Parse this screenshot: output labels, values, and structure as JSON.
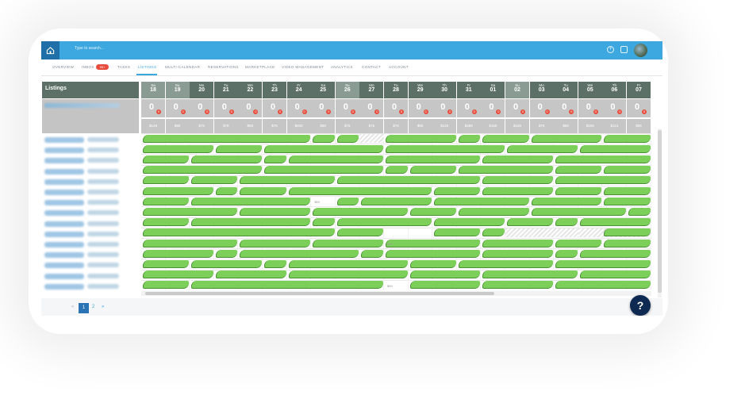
{
  "topbar": {
    "search_placeholder": "Type to search...",
    "accent": "#3da8e0"
  },
  "nav": {
    "items": [
      {
        "label": "OVERVIEW"
      },
      {
        "label": "INBOX"
      },
      {
        "label": "TASKS"
      },
      {
        "label": "LISTINGS"
      },
      {
        "label": "MULTI-CALENDAR"
      },
      {
        "label": "RESERVATIONS"
      },
      {
        "label": "MARKETPLACE"
      },
      {
        "label": "VIDEO MANAGEMENT"
      },
      {
        "label": "ANALYTICS"
      },
      {
        "label": "CONTACT"
      },
      {
        "label": "ACCOUNT"
      }
    ],
    "inbox_badge": "99+",
    "active": "LISTINGS"
  },
  "listings_header": "Listings",
  "days": [
    {
      "dn": "Sa",
      "dd": "18",
      "wk": true
    },
    {
      "dn": "Su",
      "dd": "19",
      "wk": true
    },
    {
      "dn": "Mo",
      "dd": "20",
      "wk": false
    },
    {
      "dn": "Tu",
      "dd": "21",
      "wk": false
    },
    {
      "dn": "We",
      "dd": "22",
      "wk": false
    },
    {
      "dn": "Th",
      "dd": "23",
      "wk": false
    },
    {
      "dn": "Fr",
      "dd": "24",
      "wk": false
    },
    {
      "dn": "Sa",
      "dd": "25",
      "wk": false
    },
    {
      "dn": "Su",
      "dd": "26",
      "wk": true
    },
    {
      "dn": "Mo",
      "dd": "27",
      "wk": false
    },
    {
      "dn": "Tu",
      "dd": "28",
      "wk": false
    },
    {
      "dn": "We",
      "dd": "29",
      "wk": false
    },
    {
      "dn": "Th",
      "dd": "30",
      "wk": false
    },
    {
      "dn": "Fr",
      "dd": "31",
      "wk": false
    },
    {
      "dn": "Sa",
      "dd": "01",
      "wk": false
    },
    {
      "dn": "Su",
      "dd": "02",
      "wk": true
    },
    {
      "dn": "Mo",
      "dd": "03",
      "wk": false
    },
    {
      "dn": "Tu",
      "dd": "04",
      "wk": false
    },
    {
      "dn": "We",
      "dd": "05",
      "wk": false
    },
    {
      "dn": "Th",
      "dd": "06",
      "wk": false
    },
    {
      "dn": "Fr",
      "dd": "07",
      "wk": false
    }
  ],
  "counts": [
    "0",
    "0",
    "0",
    "0",
    "0",
    "0",
    "0",
    "0",
    "0",
    "0",
    "0",
    "0",
    "0",
    "0",
    "0",
    "0",
    "0",
    "0",
    "0",
    "0",
    "0"
  ],
  "count_badge": "0",
  "prices": [
    "$149",
    "$90",
    "$75",
    "$78",
    "$60",
    "$75",
    "$600",
    "$90",
    "$75",
    "$75",
    "$78",
    "$90",
    "$125",
    "$389",
    "$159",
    "$159",
    "$76",
    "$90",
    "$108",
    "$114",
    "$95"
  ],
  "row_count": 15,
  "row_prices": [
    {
      "row": 6,
      "col": 7,
      "text": "$89"
    },
    {
      "row": 10,
      "col": 10,
      "text": "$89"
    },
    {
      "row": 14,
      "col": 10,
      "text": "$89"
    }
  ],
  "pagination": {
    "prev": "«",
    "pages": [
      "1",
      "2"
    ],
    "next": "»",
    "current": "1"
  },
  "help_label": "?",
  "colors": {
    "header": "#5c7068",
    "reservation": "#7cd05a",
    "status": "#e74c3c"
  }
}
